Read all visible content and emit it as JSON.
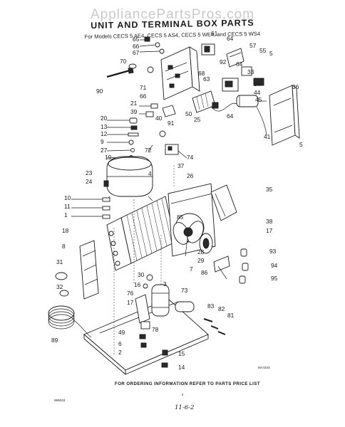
{
  "watermark": "AppliancePartsPros.com",
  "header": {
    "title": "UNIT AND TERMINAL BOX PARTS",
    "subtitle": "For Models CECS 5 AE4, CECS 5 AS4, CECS 5 WE4, and CECS 5 WS4"
  },
  "callouts": [
    {
      "id": "c65",
      "label": "65"
    },
    {
      "id": "c66a",
      "label": "66"
    },
    {
      "id": "c67",
      "label": "67"
    },
    {
      "id": "c61",
      "label": "61"
    },
    {
      "id": "c64a",
      "label": "64"
    },
    {
      "id": "c57",
      "label": "57"
    },
    {
      "id": "c55",
      "label": "55"
    },
    {
      "id": "c5a",
      "label": "5"
    },
    {
      "id": "c92",
      "label": "92"
    },
    {
      "id": "c64b",
      "label": "64"
    },
    {
      "id": "c33",
      "label": "33"
    },
    {
      "id": "c70",
      "label": "70"
    },
    {
      "id": "c90",
      "label": "90"
    },
    {
      "id": "c71",
      "label": "71"
    },
    {
      "id": "c66b",
      "label": "66"
    },
    {
      "id": "c68",
      "label": "68"
    },
    {
      "id": "c63",
      "label": "63"
    },
    {
      "id": "c54",
      "label": "54"
    },
    {
      "id": "c44",
      "label": "44"
    },
    {
      "id": "c45",
      "label": "45"
    },
    {
      "id": "c36",
      "label": "36"
    },
    {
      "id": "c21",
      "label": "21"
    },
    {
      "id": "c39",
      "label": "39"
    },
    {
      "id": "c50",
      "label": "50"
    },
    {
      "id": "c64c",
      "label": "64"
    },
    {
      "id": "c40",
      "label": "40"
    },
    {
      "id": "c91",
      "label": "91"
    },
    {
      "id": "c25",
      "label": "25"
    },
    {
      "id": "c20",
      "label": "20"
    },
    {
      "id": "c13",
      "label": "13"
    },
    {
      "id": "c12",
      "label": "12"
    },
    {
      "id": "c9",
      "label": "9"
    },
    {
      "id": "c27",
      "label": "27"
    },
    {
      "id": "c19",
      "label": "19"
    },
    {
      "id": "c72",
      "label": "72"
    },
    {
      "id": "c74",
      "label": "74"
    },
    {
      "id": "c41",
      "label": "41"
    },
    {
      "id": "c5b",
      "label": "5"
    },
    {
      "id": "c37",
      "label": "37"
    },
    {
      "id": "c26",
      "label": "26"
    },
    {
      "id": "c23",
      "label": "23"
    },
    {
      "id": "c24",
      "label": "24"
    },
    {
      "id": "c4",
      "label": "4"
    },
    {
      "id": "c35",
      "label": "35"
    },
    {
      "id": "c10",
      "label": "10"
    },
    {
      "id": "c11",
      "label": "11"
    },
    {
      "id": "c1",
      "label": "1"
    },
    {
      "id": "c85",
      "label": "85"
    },
    {
      "id": "c38",
      "label": "38"
    },
    {
      "id": "c18",
      "label": "18"
    },
    {
      "id": "c17a",
      "label": "17"
    },
    {
      "id": "c8",
      "label": "8"
    },
    {
      "id": "c28",
      "label": "28"
    },
    {
      "id": "c29",
      "label": "29"
    },
    {
      "id": "c93",
      "label": "93"
    },
    {
      "id": "c31",
      "label": "31"
    },
    {
      "id": "c7",
      "label": "7"
    },
    {
      "id": "c30",
      "label": "30"
    },
    {
      "id": "c86",
      "label": "86"
    },
    {
      "id": "c94",
      "label": "94"
    },
    {
      "id": "c95",
      "label": "95"
    },
    {
      "id": "c16",
      "label": "16"
    },
    {
      "id": "c3",
      "label": "3"
    },
    {
      "id": "c32",
      "label": "32"
    },
    {
      "id": "c76",
      "label": "76"
    },
    {
      "id": "c73",
      "label": "73"
    },
    {
      "id": "c17b",
      "label": "17"
    },
    {
      "id": "c83",
      "label": "83"
    },
    {
      "id": "c82",
      "label": "82"
    },
    {
      "id": "c81",
      "label": "81"
    },
    {
      "id": "c89",
      "label": "89"
    },
    {
      "id": "c49",
      "label": "49"
    },
    {
      "id": "c78",
      "label": "78"
    },
    {
      "id": "c6",
      "label": "6"
    },
    {
      "id": "c2",
      "label": "2"
    },
    {
      "id": "c15",
      "label": "15"
    },
    {
      "id": "c14",
      "label": "14"
    }
  ],
  "figure_code": "IM 0343",
  "footer": {
    "ordering_note": "FOR ORDERING INFORMATION REFER TO PARTS PRICE LIST",
    "page_mark": "2",
    "doc_number": "985043",
    "handwritten_date": "11-6-2"
  }
}
